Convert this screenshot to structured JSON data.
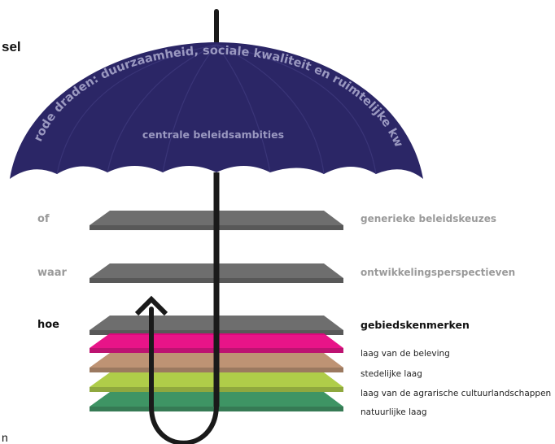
{
  "cut_text_top_left": "sel",
  "cut_text_bottom_left": "n",
  "umbrella": {
    "arc_text": "rode draden: duurzaamheid, sociale kwaliteit en ruimtelijke kwaliteit",
    "center_text": "centrale beleidsambities",
    "canopy_color": "#2b2666",
    "text_color": "#9a98c0"
  },
  "questions": [
    {
      "label": "of",
      "description": "generieke beleidskeuzes"
    },
    {
      "label": "waar",
      "description": "ontwikkelingsperspectieven"
    },
    {
      "label": "hoe",
      "description": "gebiedskenmerken"
    }
  ],
  "layers": [
    {
      "label": "laag van de beleving",
      "color": "#e6007e"
    },
    {
      "label": "stedelijke laag",
      "color": "#b88a68"
    },
    {
      "label": "laag van de agrarische cultuurlandschappen",
      "color": "#a8c93a"
    },
    {
      "label": "natuurlijke laag",
      "color": "#2e8b57"
    }
  ],
  "colors": {
    "question_muted": "#9a9a9a",
    "question_emphasis": "#111111",
    "plate": "#6e6e6e",
    "handle": "#1a1a1a"
  }
}
